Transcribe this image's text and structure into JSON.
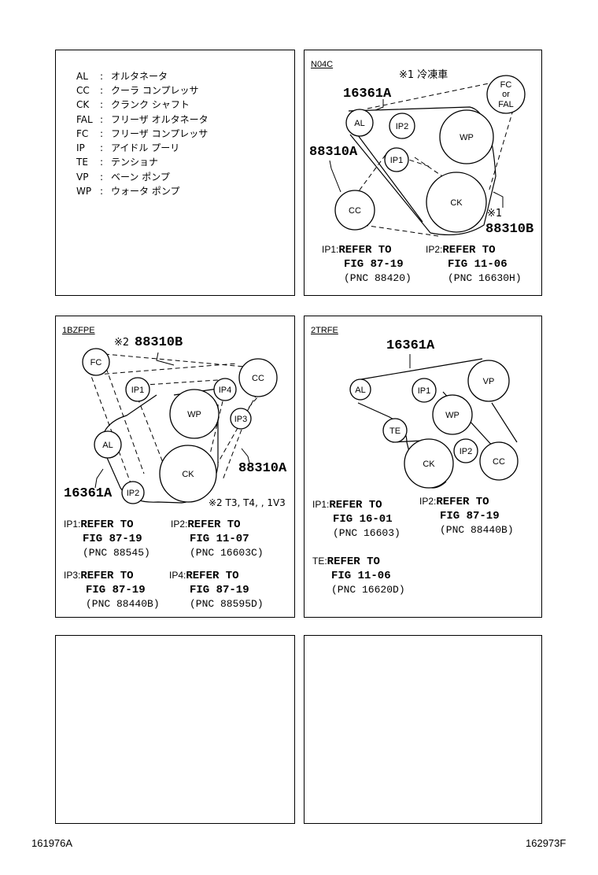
{
  "legend": [
    {
      "abbr": "AL",
      "sep": ":",
      "desc": "オルタネータ"
    },
    {
      "abbr": "CC",
      "sep": ":",
      "desc": "クーラ コンプレッサ"
    },
    {
      "abbr": "CK",
      "sep": ":",
      "desc": "クランク シャフト"
    },
    {
      "abbr": "FAL",
      "sep": ":",
      "desc": "フリーザ オルタネータ"
    },
    {
      "abbr": "FC",
      "sep": ":",
      "desc": "フリーザ コンプレッサ"
    },
    {
      "abbr": "IP",
      "sep": ":",
      "desc": "アイドル プーリ"
    },
    {
      "abbr": "TE",
      "sep": ":",
      "desc": "テンショナ"
    },
    {
      "abbr": "VP",
      "sep": ":",
      "desc": "ベーン ポンプ"
    },
    {
      "abbr": "WP",
      "sep": ":",
      "desc": "ウォータ ポンプ"
    }
  ],
  "panel_n04c": {
    "tag": "N04C",
    "note": "※1 冷凍車",
    "pulleys": {
      "fc_or_fal_1": "FC",
      "fc_or_fal_2": "or",
      "fc_or_fal_3": "FAL",
      "al": "AL",
      "ip2": "IP2",
      "wp": "WP",
      "ip1": "IP1",
      "cc": "CC",
      "ck": "CK"
    },
    "part_16361a": "16361A",
    "part_88310a": "88310A",
    "part_88310b": "88310B",
    "mark_1": "※1",
    "ref_ip1": {
      "label": "IP1:",
      "refer": "REFER TO",
      "fig": "FIG 87-19",
      "pnc": "(PNC 88420)"
    },
    "ref_ip2": {
      "label": "IP2:",
      "refer": "REFER TO",
      "fig": "FIG 11-06",
      "pnc": "(PNC 16630H)"
    }
  },
  "panel_1bzfpe": {
    "tag": "1BZFPE",
    "mark_2": "※2",
    "part_88310b": "88310B",
    "part_88310a": "88310A",
    "part_16361a": "16361A",
    "note": "※2 T3, T4, , 1V3",
    "pulleys": {
      "fc": "FC",
      "cc": "CC",
      "ip1": "IP1",
      "ip4": "IP4",
      "wp": "WP",
      "ip3": "IP3",
      "al": "AL",
      "ck": "CK",
      "ip2": "IP2"
    },
    "ref_ip1": {
      "label": "IP1:",
      "refer": "REFER TO",
      "fig": "FIG 87-19",
      "pnc": "(PNC 88545)"
    },
    "ref_ip2": {
      "label": "IP2:",
      "refer": "REFER TO",
      "fig": "FIG 11-07",
      "pnc": "(PNC 16603C)"
    },
    "ref_ip3": {
      "label": "IP3:",
      "refer": "REFER TO",
      "fig": "FIG 87-19",
      "pnc": "(PNC 88440B)"
    },
    "ref_ip4": {
      "label": "IP4:",
      "refer": "REFER TO",
      "fig": "FIG 87-19",
      "pnc": "(PNC 88595D)"
    }
  },
  "panel_2trfe": {
    "tag": "2TRFE",
    "part_16361a": "16361A",
    "pulleys": {
      "al": "AL",
      "ip1": "IP1",
      "vp": "VP",
      "wp": "WP",
      "te": "TE",
      "ck": "CK",
      "ip2": "IP2",
      "cc": "CC"
    },
    "ref_ip1": {
      "label": "IP1:",
      "refer": "REFER TO",
      "fig": "FIG 16-01",
      "pnc": "(PNC 16603)"
    },
    "ref_ip2": {
      "label": "IP2:",
      "refer": "REFER TO",
      "fig": "FIG 87-19",
      "pnc": "(PNC 88440B)"
    },
    "ref_te": {
      "label": "TE:",
      "refer": "REFER TO",
      "fig": "FIG 11-06",
      "pnc": "(PNC 16620D)"
    }
  },
  "footer": {
    "left": "161976A",
    "right": "162973F"
  }
}
